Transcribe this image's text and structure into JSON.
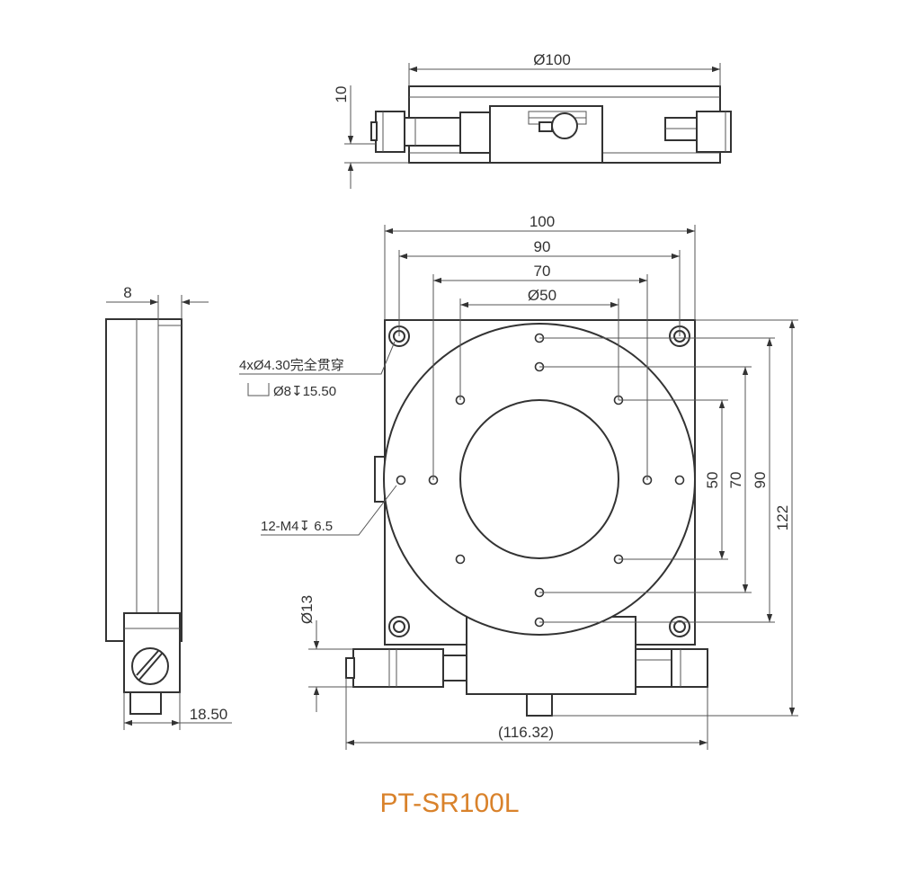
{
  "model_name": "PT-SR100L",
  "colors": {
    "line": "#333333",
    "model_text": "#d9822b",
    "background": "#ffffff"
  },
  "top_view": {
    "width_label": "Ø100",
    "height_label": "10"
  },
  "front_view": {
    "width_100": "100",
    "width_90": "90",
    "width_70": "70",
    "diameter_50": "Ø50",
    "height_50": "50",
    "height_70": "70",
    "height_90": "90",
    "height_122": "122",
    "knob_diameter": "Ø13",
    "overall_width": "(116.32)",
    "mount_hole_note": "4xØ4.30完全贯穿",
    "counterbore_note": "Ø8↧15.50",
    "thread_note": "12-M4↧ 6.5"
  },
  "side_view": {
    "thickness_label": "8",
    "depth_label": "18.50"
  }
}
